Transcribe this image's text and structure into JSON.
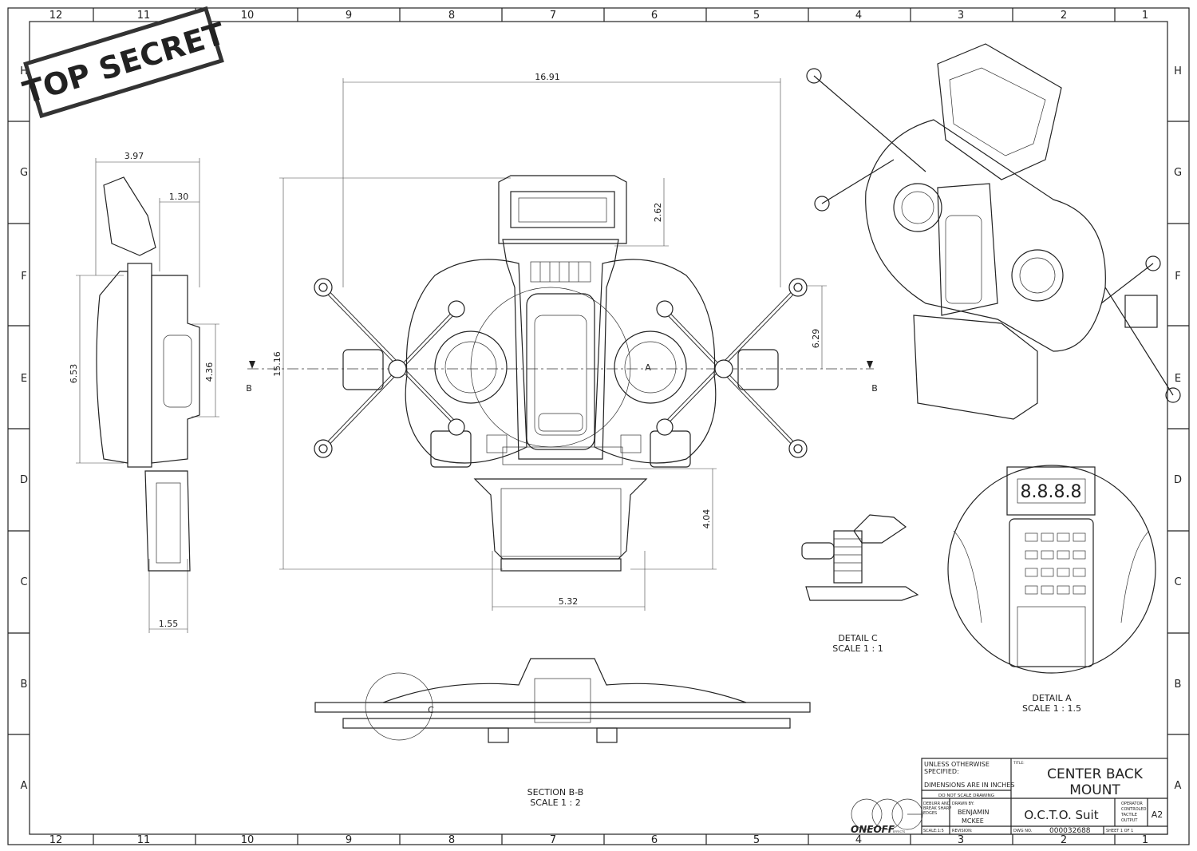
{
  "stamp": {
    "text": "TOP SECRET"
  },
  "zones": {
    "columns": [
      "12",
      "11",
      "10",
      "9",
      "8",
      "7",
      "6",
      "5",
      "4",
      "3",
      "2",
      "1"
    ],
    "rows": [
      "H",
      "G",
      "F",
      "E",
      "D",
      "C",
      "B",
      "A"
    ]
  },
  "dimensions": {
    "front_width": "16.91",
    "front_height": "15.16",
    "display_height": "2.62",
    "arm_span": "6.29",
    "box_height": "4.04",
    "box_width": "5.32",
    "side_depth": "3.97",
    "side_offset": "1.30",
    "side_height": "6.53",
    "side_inner": "4.36",
    "side_bottom": "1.55"
  },
  "labels": {
    "section_marker_left": "B",
    "section_marker_right": "B",
    "detail_a_marker": "A",
    "detail_c_marker": "C",
    "detail_c_title": "DETAIL C",
    "detail_c_scale": "SCALE 1 : 1",
    "detail_a_title": "DETAIL A",
    "detail_a_scale": "SCALE 1 : 1.5",
    "section_title": "SECTION B-B",
    "section_scale": "SCALE 1 : 2",
    "display_readout": "8.8.8.8"
  },
  "title_block": {
    "unless_line1": "UNLESS OTHERWISE",
    "unless_line2": "SPECIFIED:",
    "units": "DIMENSIONS ARE IN INCHES",
    "do_not_scale": "DO NOT SCALE DRAWING",
    "title_label": "TITLE:",
    "title_line1": "CENTER BACK",
    "title_line2": "MOUNT",
    "deburr_line1": "DEBURR AND",
    "deburr_line2": "BREAK SHARP",
    "deburr_line3": "EDGES",
    "drawn_by_label": "DRAWN BY:",
    "drawn_by_line1": "BENJAMIN",
    "drawn_by_line2": "MCKEE",
    "project": "O.C.T.O.  Suit",
    "project_desc1": "OPERATOR",
    "project_desc2": "CONTROLED",
    "project_desc3": "TACTILE",
    "project_desc4": "OUTPUT",
    "size": "A2",
    "scale": "SCALE:1:5",
    "revision": "REVISION:",
    "dwg_label": "DWG NO.",
    "dwg_no": "000032688",
    "sheet": "SHEET 1 OF 1",
    "logo_text": "ONEOFF",
    "logo_sub": "EFFECTS"
  }
}
